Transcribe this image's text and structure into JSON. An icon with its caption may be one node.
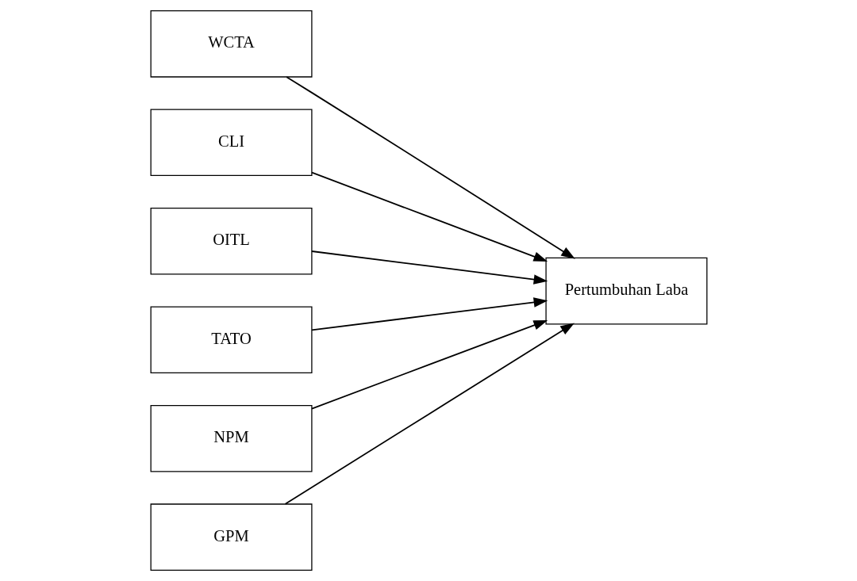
{
  "diagram": {
    "nodes": [
      {
        "text": [
          "WCTA"
        ]
      },
      {
        "text": [
          "CLI"
        ]
      },
      {
        "text": [
          "OITL"
        ]
      },
      {
        "text": [
          "TATO"
        ]
      },
      {
        "text": [
          "NPM"
        ]
      },
      {
        "text": [
          "GPM"
        ]
      },
      {
        "text": [
          "Pertumbuhan Laba"
        ]
      }
    ],
    "edges": [
      {
        "from": 0,
        "to": 6,
        "arrow": "to"
      },
      {
        "from": 1,
        "to": 6,
        "arrow": "to"
      },
      {
        "from": 2,
        "to": 6,
        "arrow": "to"
      },
      {
        "from": 3,
        "to": 6,
        "arrow": "to"
      },
      {
        "from": 4,
        "to": 6,
        "arrow": "to"
      },
      {
        "from": 5,
        "to": 6,
        "arrow": "to"
      }
    ]
  }
}
